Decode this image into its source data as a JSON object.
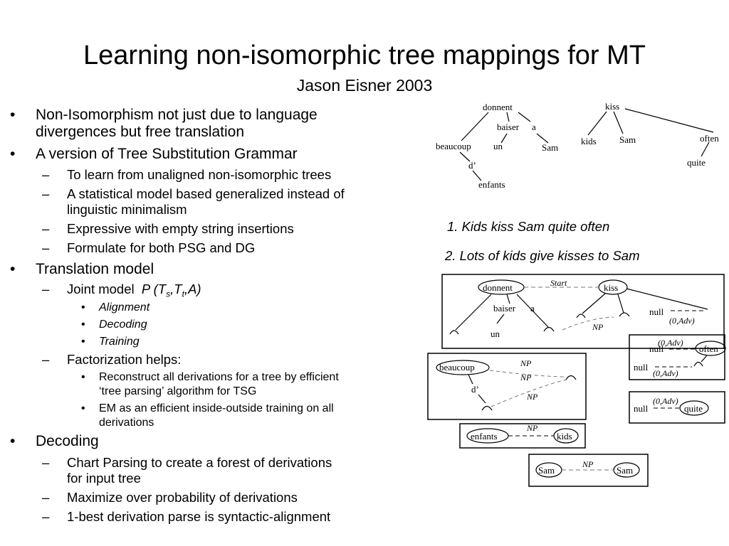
{
  "slide": {
    "title": "Learning non-isomorphic tree mappings for MT",
    "subtitle": "Jason Eisner 2003"
  },
  "bullets": {
    "b1_line1": "Non-Isomorphism not just due to language",
    "b1_line2": "divergences but free translation",
    "b2": "A version of Tree Substitution Grammar",
    "b2_s1": "To learn from unaligned non-isomorphic trees",
    "b2_s2_line1": "A statistical model based generalized instead of",
    "b2_s2_line2": "linguistic minimalism",
    "b2_s3": "Expressive with empty string insertions",
    "b2_s4": "Formulate for both PSG and DG",
    "b3": "Translation model",
    "b3_s1_prefix": "Joint model",
    "b3_s1_formula": "P (T",
    "b3_s1_sub1": "s",
    "b3_s1_comma": ",T",
    "b3_s1_sub2": "t",
    "b3_s1_tail": ",A)",
    "b3_s1_i1": "Alignment",
    "b3_s1_i2": "Decoding",
    "b3_s1_i3": "Training",
    "b3_s2": "Factorization helps:",
    "b3_s2_i1_line1": "Reconstruct all derivations for a tree by efficient",
    "b3_s2_i1_line2": "‘tree parsing’ algorithm for TSG",
    "b3_s2_i2_line1": "EM as an efficient inside-outside training on all",
    "b3_s2_i2_line2": "derivations",
    "b4": "Decoding",
    "b4_s1_line1": "Chart Parsing to create a forest of derivations",
    "b4_s1_line2": "for input tree",
    "b4_s2": "Maximize over probability of derivations",
    "b4_s3": "1-best derivation parse is syntactic-alignment"
  },
  "markers": {
    "bullet": "•",
    "dash": "–"
  },
  "examples": {
    "ex1": "1.  Kids kiss Sam quite often",
    "ex2": "2. Lots of kids give kisses to Sam"
  },
  "diagram": {
    "fr_tree": {
      "donnent": "donnent",
      "baiser": "baiser",
      "a": "a",
      "un": "un",
      "beaucoup": "beaucoup",
      "d": "d’",
      "enfants": "enfants",
      "sam": "Sam"
    },
    "en_tree": {
      "kiss": "kiss",
      "kids": "kids",
      "sam": "Sam",
      "often": "often",
      "quite": "quite"
    },
    "box1": {
      "donnent": "donnent",
      "start": "Start",
      "kiss": "kiss",
      "baiser": "baiser",
      "a": "a",
      "un": "un",
      "null": "null",
      "np": "NP",
      "adv": "(0,Adv)"
    },
    "box2": {
      "beaucoup": "beaucoup",
      "np1": "NP",
      "np2": "NP",
      "np3": "NP",
      "d": "d’"
    },
    "box3": {
      "null1": "null",
      "adv1": "(0,Adv)",
      "often": "often",
      "null2": "null",
      "adv2": "(0,Adv)"
    },
    "box4": {
      "adv": "(0,Adv)",
      "null": "null",
      "quite": "quite"
    },
    "box5": {
      "enfants": "enfants",
      "np": "NP",
      "kids": "kids"
    },
    "box6": {
      "sam1": "Sam",
      "np": "NP",
      "sam2": "Sam"
    }
  }
}
